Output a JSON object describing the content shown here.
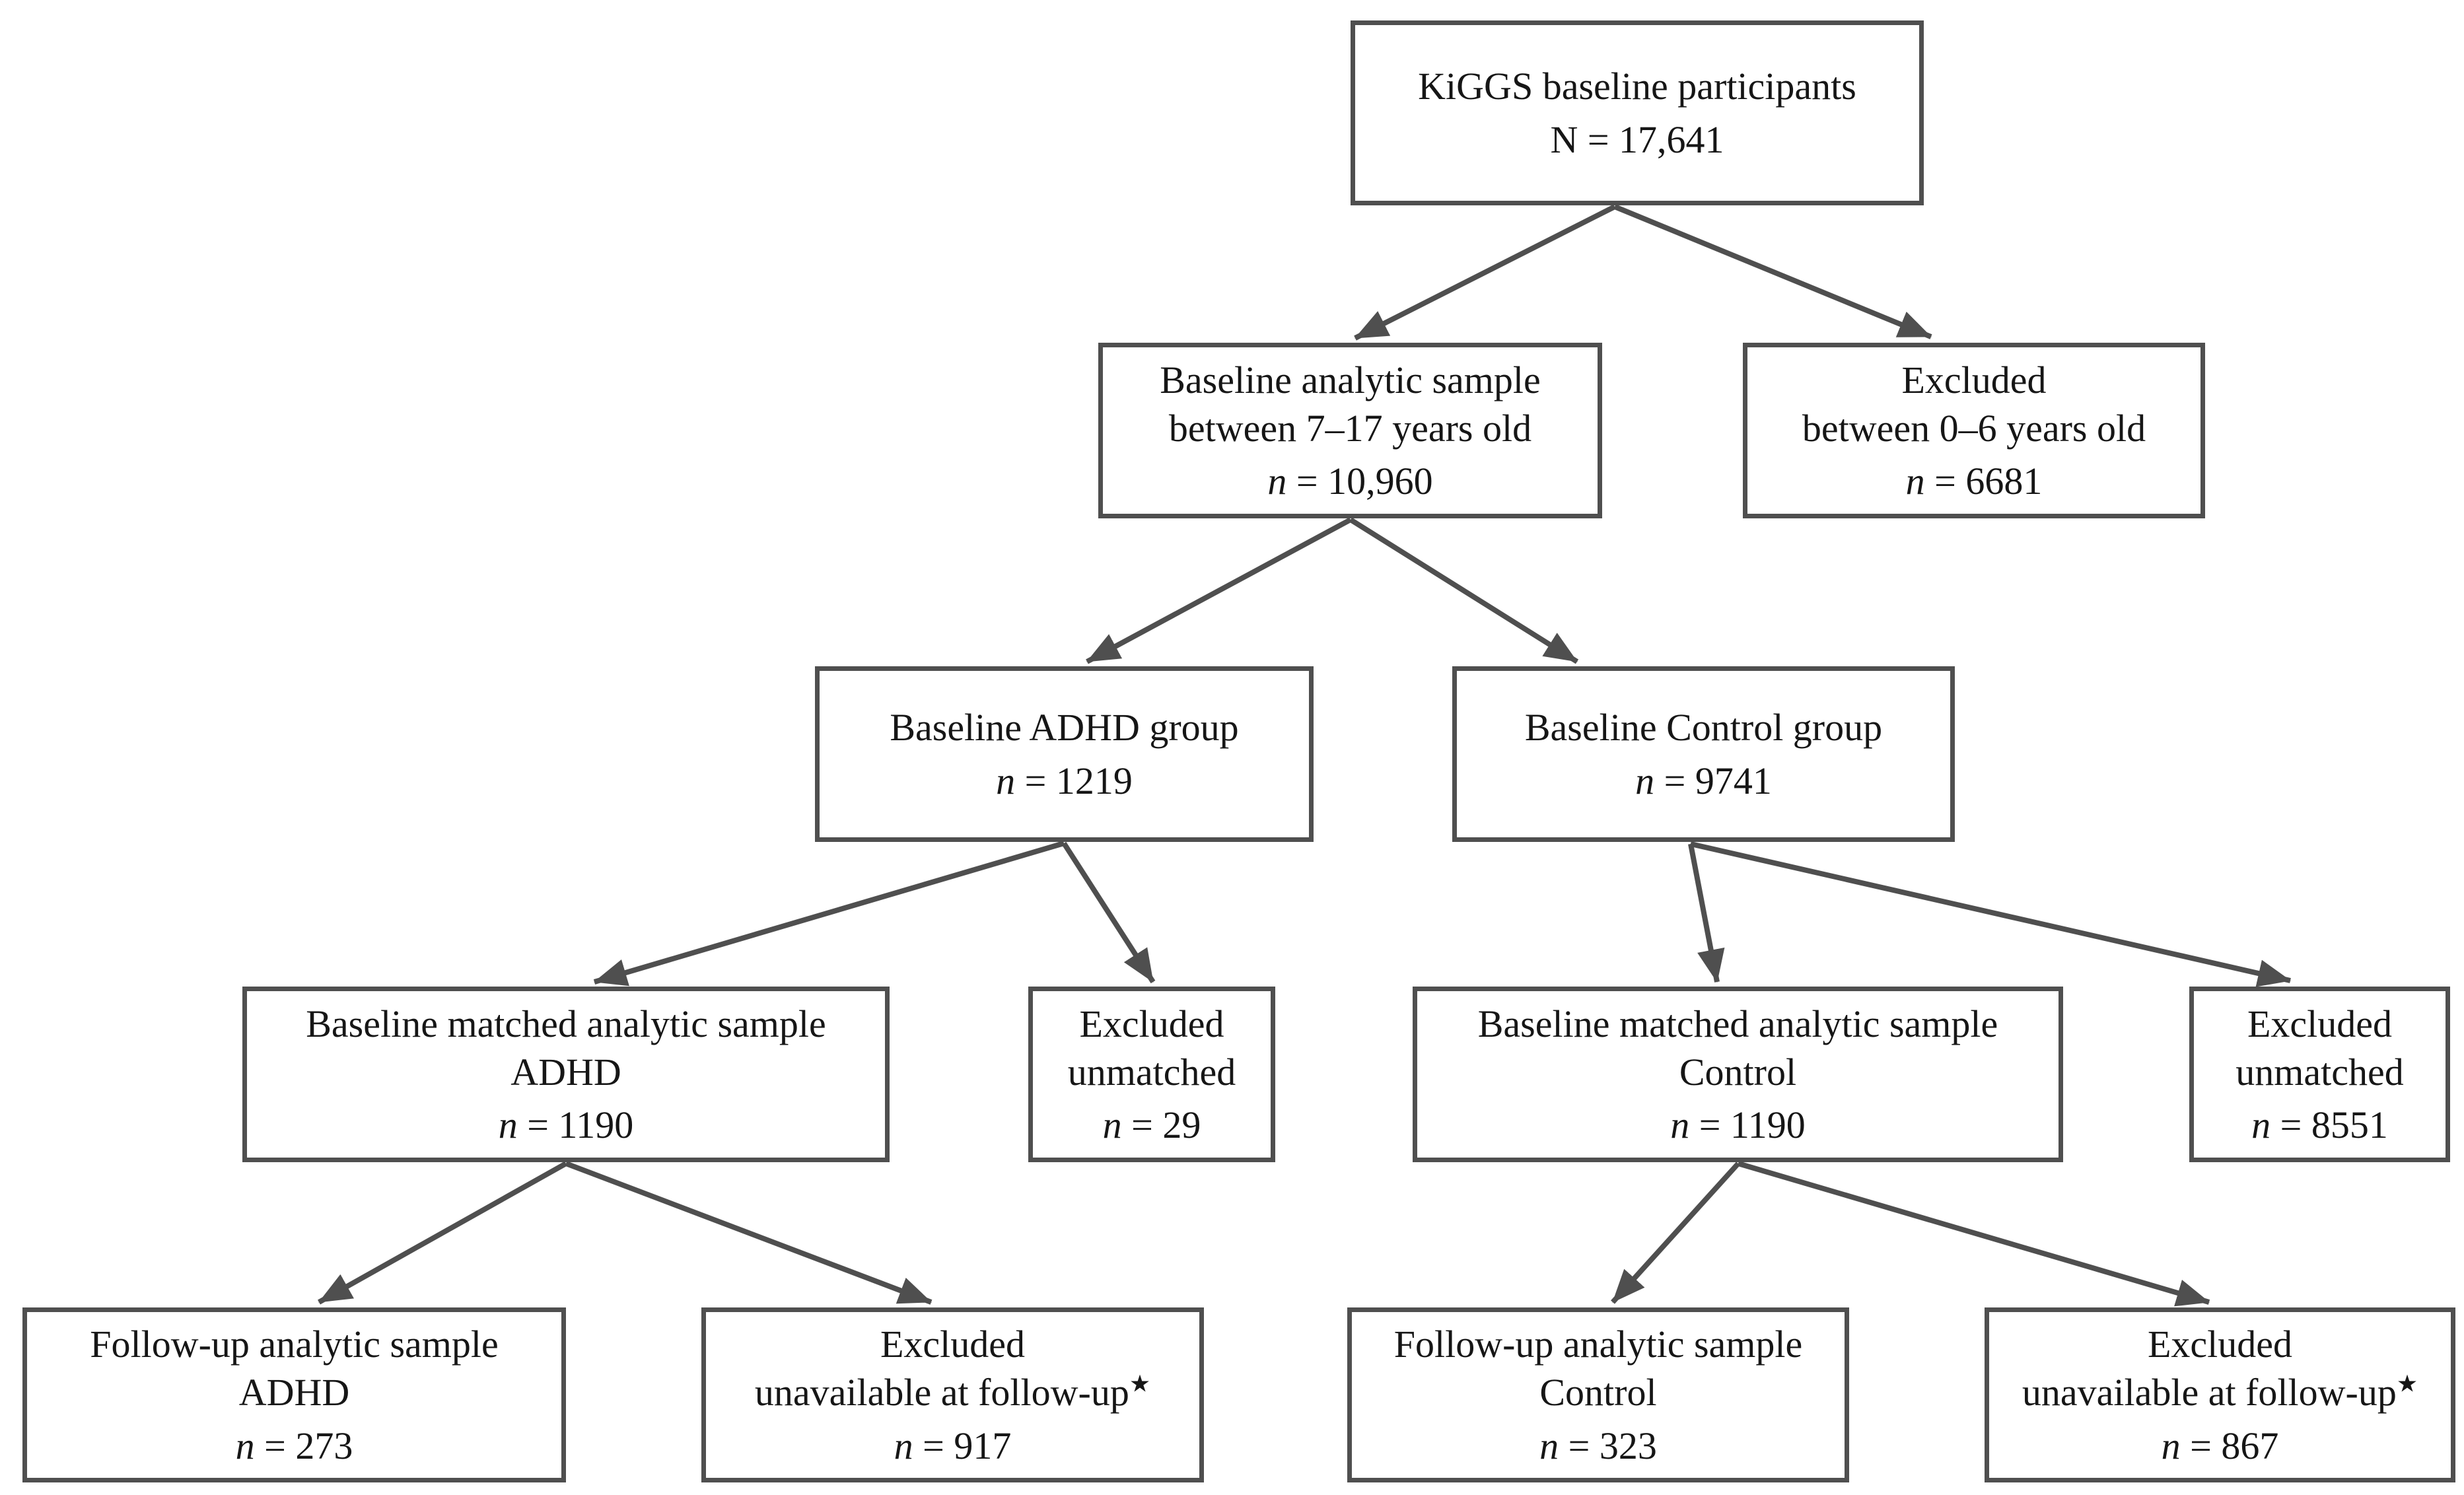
{
  "figure": {
    "type": "participant-flow-diagram",
    "background": "#ffffff",
    "box_border_color": "#4f4f4f",
    "arrow_color": "#4f4f4f",
    "text_color": "#161616"
  },
  "boxes": [
    {
      "id": "kiggs-baseline",
      "lines": [
        "KiGGS baseline participants"
      ],
      "count": "N = 17,641"
    },
    {
      "id": "baseline-analytic",
      "lines": [
        "Baseline analytic sample",
        "between 7–17 years old"
      ],
      "count": "n = 10,960"
    },
    {
      "id": "excluded-age",
      "lines": [
        "Excluded",
        "between 0–6 years old"
      ],
      "count": "n = 6681"
    },
    {
      "id": "baseline-adhd-group",
      "lines": [
        "Baseline ADHD group"
      ],
      "count": "n = 1219"
    },
    {
      "id": "baseline-control-group",
      "lines": [
        "Baseline Control group"
      ],
      "count": "n = 9741"
    },
    {
      "id": "matched-adhd",
      "lines": [
        "Baseline matched analytic sample",
        "ADHD"
      ],
      "count": "n = 1190"
    },
    {
      "id": "excluded-unmatched-adhd",
      "lines": [
        "Excluded",
        "unmatched"
      ],
      "count": "n = 29"
    },
    {
      "id": "matched-control",
      "lines": [
        "Baseline matched analytic sample",
        "Control"
      ],
      "count": "n = 1190"
    },
    {
      "id": "excluded-unmatched-control",
      "lines": [
        "Excluded",
        "unmatched"
      ],
      "count": "n = 8551"
    },
    {
      "id": "followup-adhd",
      "lines": [
        "Follow-up analytic sample",
        "ADHD"
      ],
      "count": "n = 273"
    },
    {
      "id": "excluded-followup-adhd",
      "lines": [
        "Excluded",
        "unavailable at follow-up"
      ],
      "star": "★",
      "count": "n = 917"
    },
    {
      "id": "followup-control",
      "lines": [
        "Follow-up analytic sample",
        "Control"
      ],
      "count": "n = 323"
    },
    {
      "id": "excluded-followup-control",
      "lines": [
        "Excluded",
        "unavailable at follow-up"
      ],
      "star": "★",
      "count": "n = 867"
    }
  ],
  "edges": [
    {
      "from": "kiggs-baseline",
      "to": "baseline-analytic"
    },
    {
      "from": "kiggs-baseline",
      "to": "excluded-age"
    },
    {
      "from": "baseline-analytic",
      "to": "baseline-adhd-group"
    },
    {
      "from": "baseline-analytic",
      "to": "baseline-control-group"
    },
    {
      "from": "baseline-adhd-group",
      "to": "matched-adhd"
    },
    {
      "from": "baseline-adhd-group",
      "to": "excluded-unmatched-adhd"
    },
    {
      "from": "baseline-control-group",
      "to": "matched-control"
    },
    {
      "from": "baseline-control-group",
      "to": "excluded-unmatched-control"
    },
    {
      "from": "matched-adhd",
      "to": "followup-adhd"
    },
    {
      "from": "matched-adhd",
      "to": "excluded-followup-adhd"
    },
    {
      "from": "matched-control",
      "to": "followup-control"
    },
    {
      "from": "matched-control",
      "to": "excluded-followup-control"
    }
  ]
}
